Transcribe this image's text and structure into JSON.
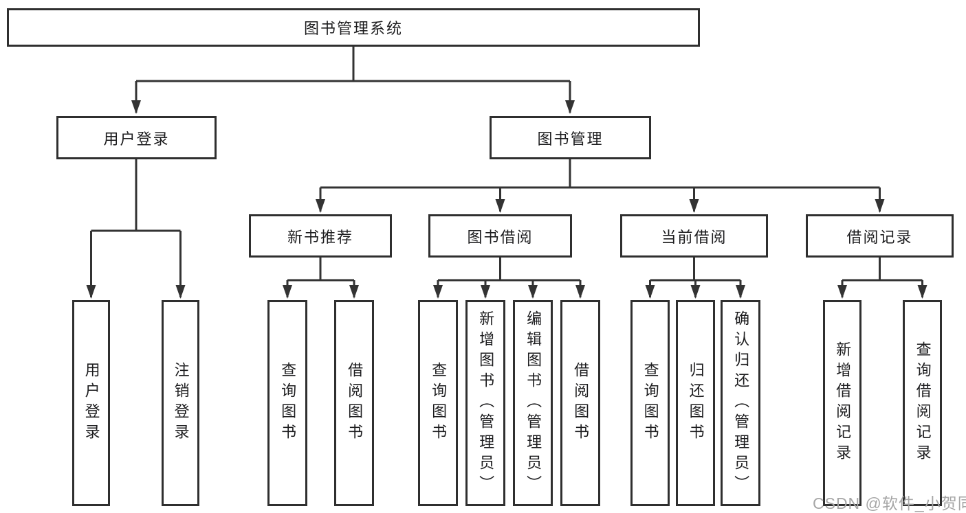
{
  "diagram": {
    "type": "hierarchy-tree",
    "title": "图书管理系统",
    "watermark": "CSDN @软件_小贺同学",
    "colors": {
      "background": "#ffffff",
      "box_border": "#2f2f2f",
      "line": "#333333",
      "text": "#1d1d1f",
      "watermark": "#a6a6a6"
    },
    "tree": {
      "label": "图书管理系统",
      "children": [
        {
          "label": "用户登录",
          "children": [
            {
              "label": "用户登录"
            },
            {
              "label": "注销登录"
            }
          ]
        },
        {
          "label": "图书管理",
          "children": [
            {
              "label": "新书推荐",
              "children": [
                {
                  "label": "查询图书"
                },
                {
                  "label": "借阅图书"
                }
              ]
            },
            {
              "label": "图书借阅",
              "children": [
                {
                  "label": "查询图书"
                },
                {
                  "label": "新增图书（管理员）"
                },
                {
                  "label": "编辑图书（管理员）"
                },
                {
                  "label": "借阅图书"
                }
              ]
            },
            {
              "label": "当前借阅",
              "children": [
                {
                  "label": "查询图书"
                },
                {
                  "label": "归还图书"
                },
                {
                  "label": "确认归还（管理员）"
                }
              ]
            },
            {
              "label": "借阅记录",
              "children": [
                {
                  "label": "新增借阅记录"
                },
                {
                  "label": "查询借阅记录"
                }
              ]
            }
          ]
        }
      ]
    }
  }
}
